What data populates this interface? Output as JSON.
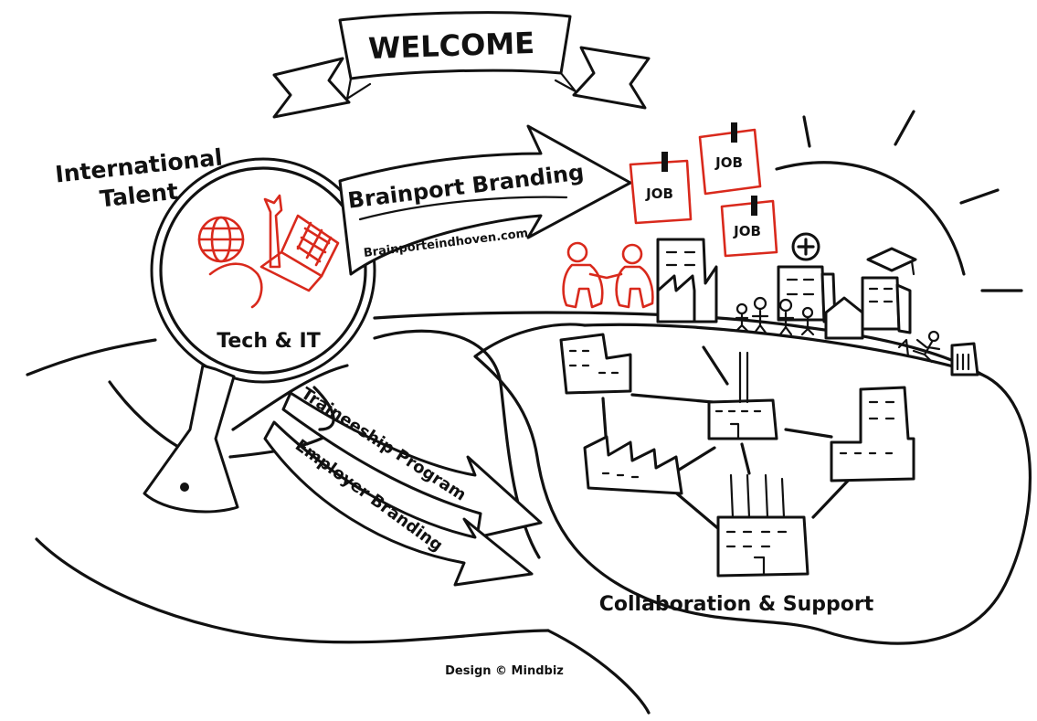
{
  "banner": {
    "title": "WELCOME"
  },
  "labels": {
    "international_talent_line1": "International",
    "international_talent_line2": "Talent",
    "tech_it": "Tech & IT",
    "brainport_branding": "Brainport Branding",
    "brainport_url": "Brainporteindhoven.com",
    "traineeship_program": "Traineeship Program",
    "employer_branding": "Employer Branding",
    "collaboration_support": "Collaboration & Support",
    "design_credit": "Design © Mindbiz"
  },
  "job_notes": [
    "JOB",
    "JOB",
    "JOB"
  ],
  "colors": {
    "ink": "#111111",
    "accent": "#d9291c",
    "background": "#ffffff"
  },
  "icons": [
    "globe-icon",
    "wrench-icon",
    "laptop-icon",
    "handshake-icon",
    "factory-icon",
    "hospital-icon",
    "graduation-cap-icon",
    "sun-icon",
    "magnifying-glass-icon",
    "people-icon",
    "runner-icon"
  ]
}
